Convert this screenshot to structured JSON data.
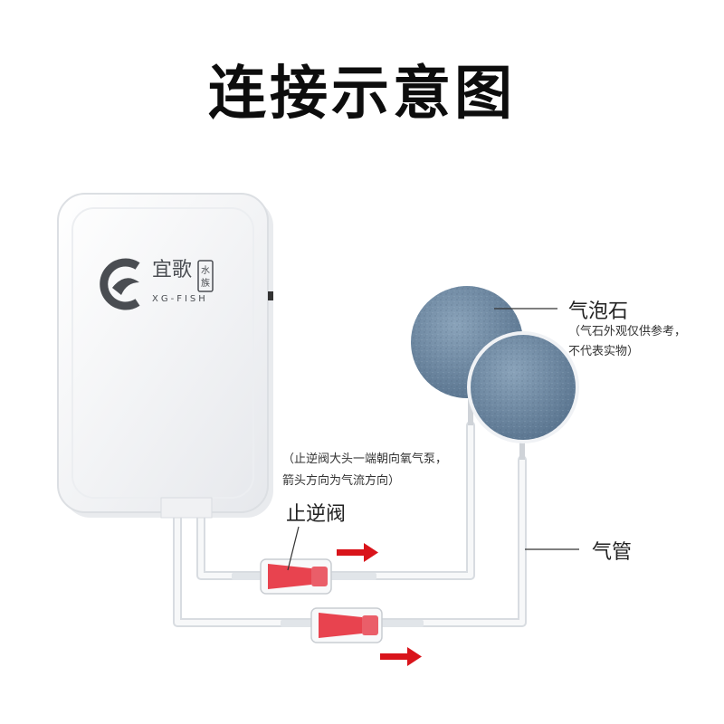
{
  "title": "连接示意图",
  "pump": {
    "brand_cn": "宜歌",
    "brand_tag": "水族",
    "brand_en": "XG-FISH",
    "colors": {
      "body": "#f4f5f7",
      "logo": "#4a4d52"
    }
  },
  "labels": {
    "air_stone": "气泡石",
    "air_stone_note_1": "（气石外观仅供参考，",
    "air_stone_note_2": "不代表实物）",
    "check_valve_note_1": "（止逆阀大头一端朝向氧气泵，",
    "check_valve_note_2": "箭头方向为气流方向）",
    "check_valve": "止逆阀",
    "air_tube": "气管"
  },
  "colors": {
    "stone": "#6f8ba4",
    "valve_red": "#e8434f",
    "arrow_red": "#d9141b",
    "tube": "#e9ecef"
  }
}
